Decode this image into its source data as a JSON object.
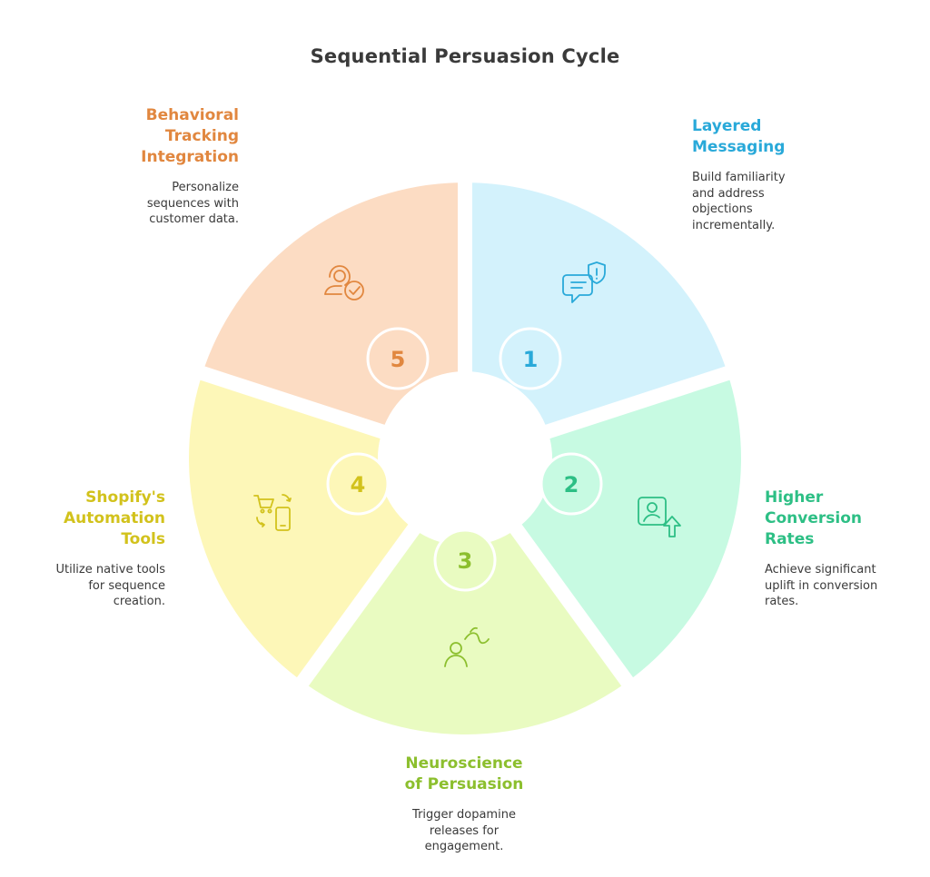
{
  "title": "Sequential Persuasion Cycle",
  "colors": {
    "step1": "#29a9d9",
    "step1_fill": "#d3f2fc",
    "step2": "#2dbf85",
    "step2_fill": "#c7fae2",
    "step3": "#8cbf2e",
    "step3_fill": "#e9fbc1",
    "step4": "#d2c21c",
    "step4_fill": "#fdf7b8",
    "step5": "#e1873f",
    "step5_fill": "#fcdcc3"
  },
  "steps": [
    {
      "number": "1",
      "title": "Layered\nMessaging",
      "description": "Build familiarity\nand address\nobjections\nincrementally.",
      "icon": "chat-warning-icon"
    },
    {
      "number": "2",
      "title": "Higher\nConversion\nRates",
      "description": "Achieve significant\nuplift in conversion\nrates.",
      "icon": "user-up-arrow-icon"
    },
    {
      "number": "3",
      "title": "Neuroscience\nof Persuasion",
      "description": "Trigger dopamine\nreleases for\nengagement.",
      "icon": "person-wave-icon"
    },
    {
      "number": "4",
      "title": "Shopify's\nAutomation\nTools",
      "description": "Utilize native tools\nfor sequence\ncreation.",
      "icon": "cart-phone-sync-icon"
    },
    {
      "number": "5",
      "title": "Behavioral\nTracking\nIntegration",
      "description": "Personalize\nsequences with\ncustomer data.",
      "icon": "user-check-icon"
    }
  ]
}
